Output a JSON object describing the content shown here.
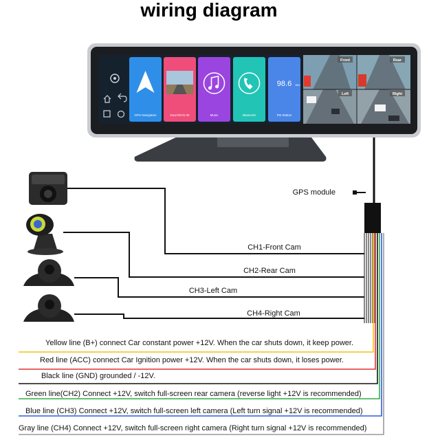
{
  "title": "wiring diagram",
  "device": {
    "apps": [
      {
        "label": "GPS Navigation",
        "color": "#2f8fe8",
        "icon": "navigation-arrow-icon"
      },
      {
        "label": "Dual 00:01:30",
        "color": "#ef4d7a",
        "icon": "road-photo-icon"
      },
      {
        "label": "Music",
        "color": "#9b45e0",
        "icon": "music-note-icon"
      },
      {
        "label": "Bluetooth",
        "color": "#22c4b6",
        "icon": "phone-icon"
      },
      {
        "label": "FM Station",
        "color": "#4a86e8",
        "icon": "radio-icon"
      }
    ],
    "fm_value": "98.6",
    "fm_unit": "MHz",
    "camera_labels": {
      "front": "Front",
      "rear": "Rear",
      "left": "Left",
      "right": "Right"
    }
  },
  "gps_label": "GPS module",
  "cameras": [
    {
      "name": "front-camera",
      "label": "CH1-Front Cam"
    },
    {
      "name": "rear-camera",
      "label": "CH2-Rear Cam"
    },
    {
      "name": "left-camera",
      "label": "CH3-Left Cam"
    },
    {
      "name": "right-camera",
      "label": "CH4-Right Cam"
    }
  ],
  "wires": [
    {
      "label": "Yellow line (B+) connect Car constant power +12V. When the car shuts down, it keep power.",
      "color": "#f2c218"
    },
    {
      "label": "Red line (ACC) connect Car Ignition power +12V. When the car shuts down, it loses power.",
      "color": "#e23030"
    },
    {
      "label": "Black line (GND) grounded / -12V.",
      "color": "#111111"
    },
    {
      "label": "Green line(CH2) Connect +12V, switch full-screen rear camera (reverse light +12V is recommended)",
      "color": "#2fae3f"
    },
    {
      "label": "Blue line (CH3) Connect +12V, switch full-screen left camera (Left turn signal +12V is recommended)",
      "color": "#2f5be0"
    },
    {
      "label": "Gray line (CH4) Connect +12V, switch full-screen right camera (Right turn signal +12V is recommended)",
      "color": "#9a9a9a"
    }
  ]
}
